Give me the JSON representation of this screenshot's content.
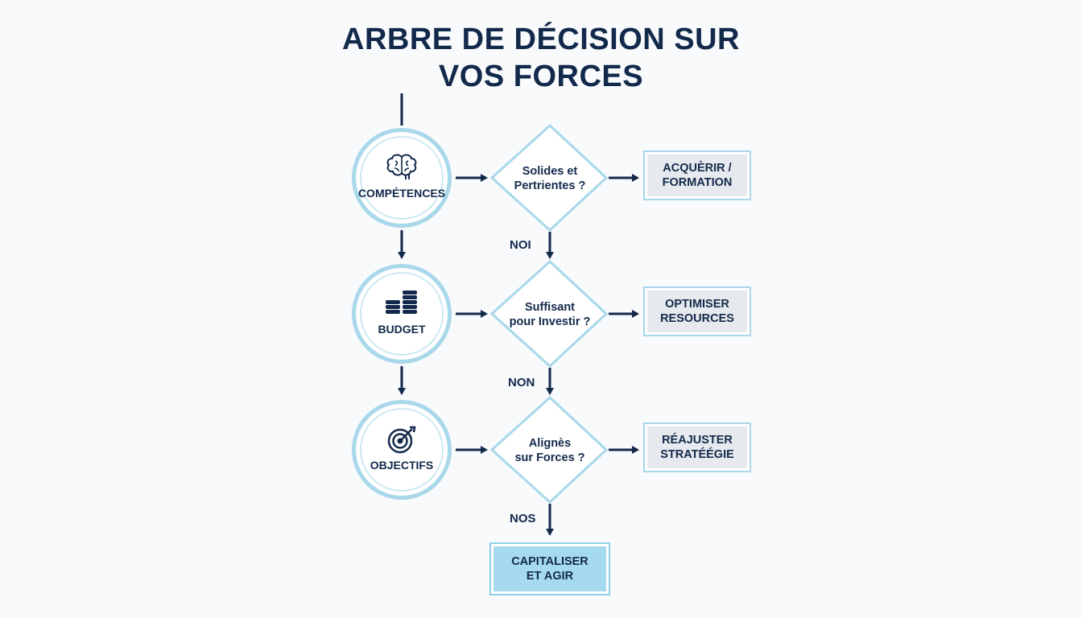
{
  "title": {
    "line1": "ARBRE DE DÉCISION SUR",
    "line2": "VOS FORCES"
  },
  "rows": [
    {
      "node": {
        "label": "COMPÉTENCES",
        "icon": "brain-icon"
      },
      "question": [
        "Solides et",
        "Pertrientes ?"
      ],
      "action": [
        "ACQUÈRIR /",
        "FORMATION"
      ],
      "edge_label": "NOI"
    },
    {
      "node": {
        "label": "BUDGET",
        "icon": "coins-stack-icon"
      },
      "question": [
        "Suffisant",
        "pour Investir ?"
      ],
      "action": [
        "OPTIMISER",
        "RESOURCES"
      ],
      "edge_label": "NON"
    },
    {
      "node": {
        "label": "OBJECTIFS",
        "icon": "target-icon"
      },
      "question": [
        "Alignès",
        "sur Forces ?"
      ],
      "action": [
        "RÉAJUSTER",
        "STRATÉÉGIE"
      ],
      "edge_label": "NOS"
    }
  ],
  "final": [
    "CAPITALISER",
    "ET AGIR"
  ],
  "colors": {
    "navy": "#13294b",
    "light_blue": "#a8d8ea",
    "box_grey": "#e6e9ed",
    "final_fill": "#a6dbef"
  }
}
